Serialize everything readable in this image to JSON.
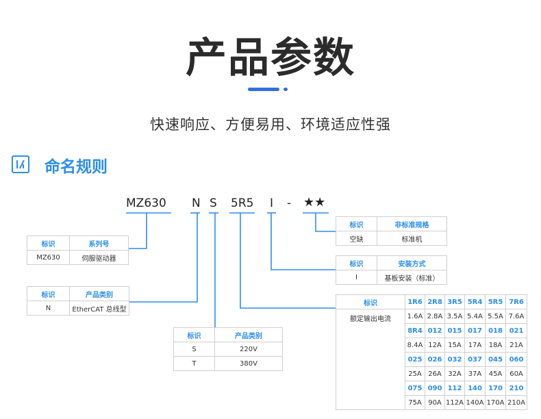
{
  "page": {
    "title": "产品参数",
    "subtitle": "快速响应、方便易用、环境适应性强",
    "section_title": "命名规则"
  },
  "naming_code": {
    "series": "MZ630",
    "network": "N",
    "voltage": "S",
    "current": "5R5",
    "install": "I",
    "dash": "-",
    "custom": "★★"
  },
  "tables": {
    "series": {
      "headers": [
        "标识",
        "系列号"
      ],
      "rows": [
        [
          "MZ630",
          "伺服驱动器"
        ]
      ]
    },
    "network": {
      "headers": [
        "标识",
        "产品类别"
      ],
      "rows": [
        [
          "N",
          "EtherCAT 总线型"
        ]
      ]
    },
    "voltage": {
      "headers": [
        "标识",
        "产品类别"
      ],
      "rows": [
        [
          "S",
          "220V"
        ],
        [
          "T",
          "380V"
        ]
      ]
    },
    "custom": {
      "headers": [
        "标识",
        "非标准规格"
      ],
      "rows": [
        [
          "空缺",
          "标准机"
        ]
      ]
    },
    "install": {
      "headers": [
        "标识",
        "安装方式"
      ],
      "rows": [
        [
          "I",
          "基板安装（标准）"
        ]
      ]
    },
    "current": {
      "label_header": "标识",
      "label_value": "额定输出电流",
      "groups": [
        {
          "codes": [
            "1R6",
            "2R8",
            "3R5",
            "5R4",
            "5R5",
            "7R6"
          ],
          "values": [
            "1.6A",
            "2.8A",
            "3.5A",
            "5.4A",
            "5.5A",
            "7.6A"
          ]
        },
        {
          "codes": [
            "8R4",
            "012",
            "015",
            "017",
            "018",
            "021"
          ],
          "values": [
            "8.4A",
            "12A",
            "15A",
            "17A",
            "18A",
            "21A"
          ]
        },
        {
          "codes": [
            "025",
            "026",
            "032",
            "037",
            "045",
            "060"
          ],
          "values": [
            "25A",
            "26A",
            "32A",
            "37A",
            "45A",
            "60A"
          ]
        },
        {
          "codes": [
            "075",
            "090",
            "112",
            "140",
            "170",
            "210"
          ],
          "values": [
            "75A",
            "90A",
            "112A",
            "140A",
            "170A",
            "210A"
          ]
        }
      ]
    }
  },
  "colors": {
    "accent": "#2a8ef0",
    "title": "#2b2b2b",
    "border": "#cfcfcf",
    "connector": "#2a8ef0"
  }
}
